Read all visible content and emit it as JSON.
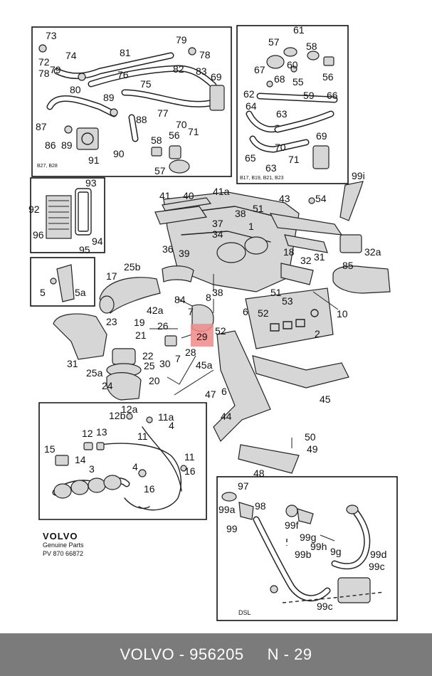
{
  "labels": {
    "p73": "73",
    "p72": "72",
    "p78a": "78",
    "p79a": "79",
    "p74": "74",
    "p80": "80",
    "p81": "81",
    "p76": "76",
    "p79b": "79",
    "p78b": "78",
    "p82": "82",
    "p83": "83",
    "p69a": "69",
    "p75": "75",
    "p89a": "89",
    "p88": "88",
    "p77": "77",
    "p87": "87",
    "p70a": "70",
    "p71a": "71",
    "p86": "86",
    "p89b": "89",
    "p58a": "58",
    "p56a": "56",
    "p91": "91",
    "p90": "90",
    "p57a": "57",
    "p61": "61",
    "p57b": "57",
    "p58b": "58",
    "p60": "60",
    "p56b": "56",
    "p67": "67",
    "p68": "68",
    "p55": "55",
    "p62": "62",
    "p59": "59",
    "p66": "66",
    "p64": "64",
    "p63a": "63",
    "p69b": "69",
    "p70b": "70",
    "p65": "65",
    "p71b": "71",
    "p63b": "63",
    "p99i": "99i",
    "p93": "93",
    "p92": "92",
    "p96": "96",
    "p94": "94",
    "p95": "95",
    "p41": "41",
    "p40": "40",
    "p41a": "41a",
    "p43": "43",
    "p54": "54",
    "p38a": "38",
    "p51a": "51",
    "p37": "37",
    "p1": "1",
    "p34": "34",
    "p36": "36",
    "p39": "39",
    "p18": "18",
    "p32": "32",
    "p31a": "31",
    "p32a": "32a",
    "p85": "85",
    "p17": "17",
    "p25b": "25b",
    "p5": "5",
    "p5a": "5a",
    "p84": "84",
    "p8": "8",
    "p38b": "38",
    "p51b": "51",
    "p53": "53",
    "p10": "10",
    "p42a": "42a",
    "p7a": "7",
    "p6": "6",
    "p52a": "52",
    "p23": "23",
    "p19": "19",
    "p21": "21",
    "p26": "26",
    "p52b": "52",
    "p2": "2",
    "p22": "22",
    "p28": "28",
    "p31b": "31",
    "p30": "30",
    "p7b": "7",
    "p25a": "25a",
    "p25": "25",
    "p45a": "45a",
    "p24": "24",
    "p20": "20",
    "p47": "47",
    "p6b": "6",
    "p45": "45",
    "p44": "44",
    "p12a": "12a",
    "p12b": "12b",
    "p11a": "11a",
    "p4a": "4",
    "p12": "12",
    "p13": "13",
    "p11b": "11",
    "p15": "15",
    "p14": "14",
    "p3": "3",
    "p4b": "4",
    "p11c": "11",
    "p16a": "16",
    "p16b": "16",
    "p50": "50",
    "p49": "49",
    "p48": "48",
    "p97": "97",
    "p99a": "99a",
    "p98": "98",
    "p99": "99",
    "p99f": "99f",
    "p99g": "99g",
    "p99h": "99h",
    "p9g": "9g",
    "p99b": "99b",
    "p99d": "99d",
    "p99c": "99c",
    "p99c2": "99c",
    "p29": "29"
  },
  "inset_tags": {
    "b27": "B27, B28",
    "b17": "B17, B19, B21, B23",
    "dsl": "DSL"
  },
  "brand": {
    "name": "VOLVO",
    "line1": "Genuine Parts",
    "line2": "PV 870 66872"
  },
  "footer": {
    "text": "VOLVO - 956205     N - 29"
  },
  "highlight": {
    "part": "29",
    "color": "#f08a8a"
  }
}
